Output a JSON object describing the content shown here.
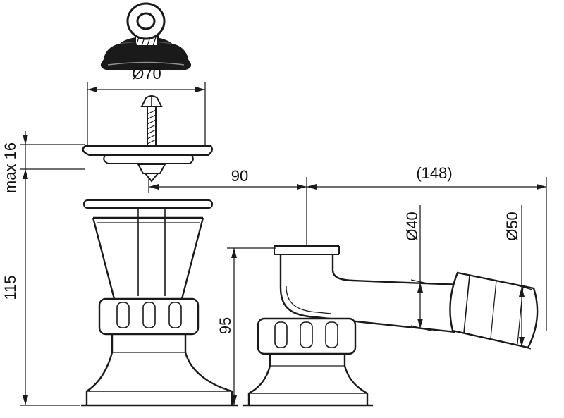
{
  "dimensions": {
    "plug_diameter": "Ø70",
    "max_thickness": "max 16",
    "total_height": "115",
    "center_distance": "90",
    "outlet_length": "(148)",
    "outlet_height": "95",
    "pipe_diameter": "Ø40",
    "sleeve_diameter": "Ø50"
  },
  "colors": {
    "line": "#1a1a1a",
    "background": "#ffffff"
  }
}
